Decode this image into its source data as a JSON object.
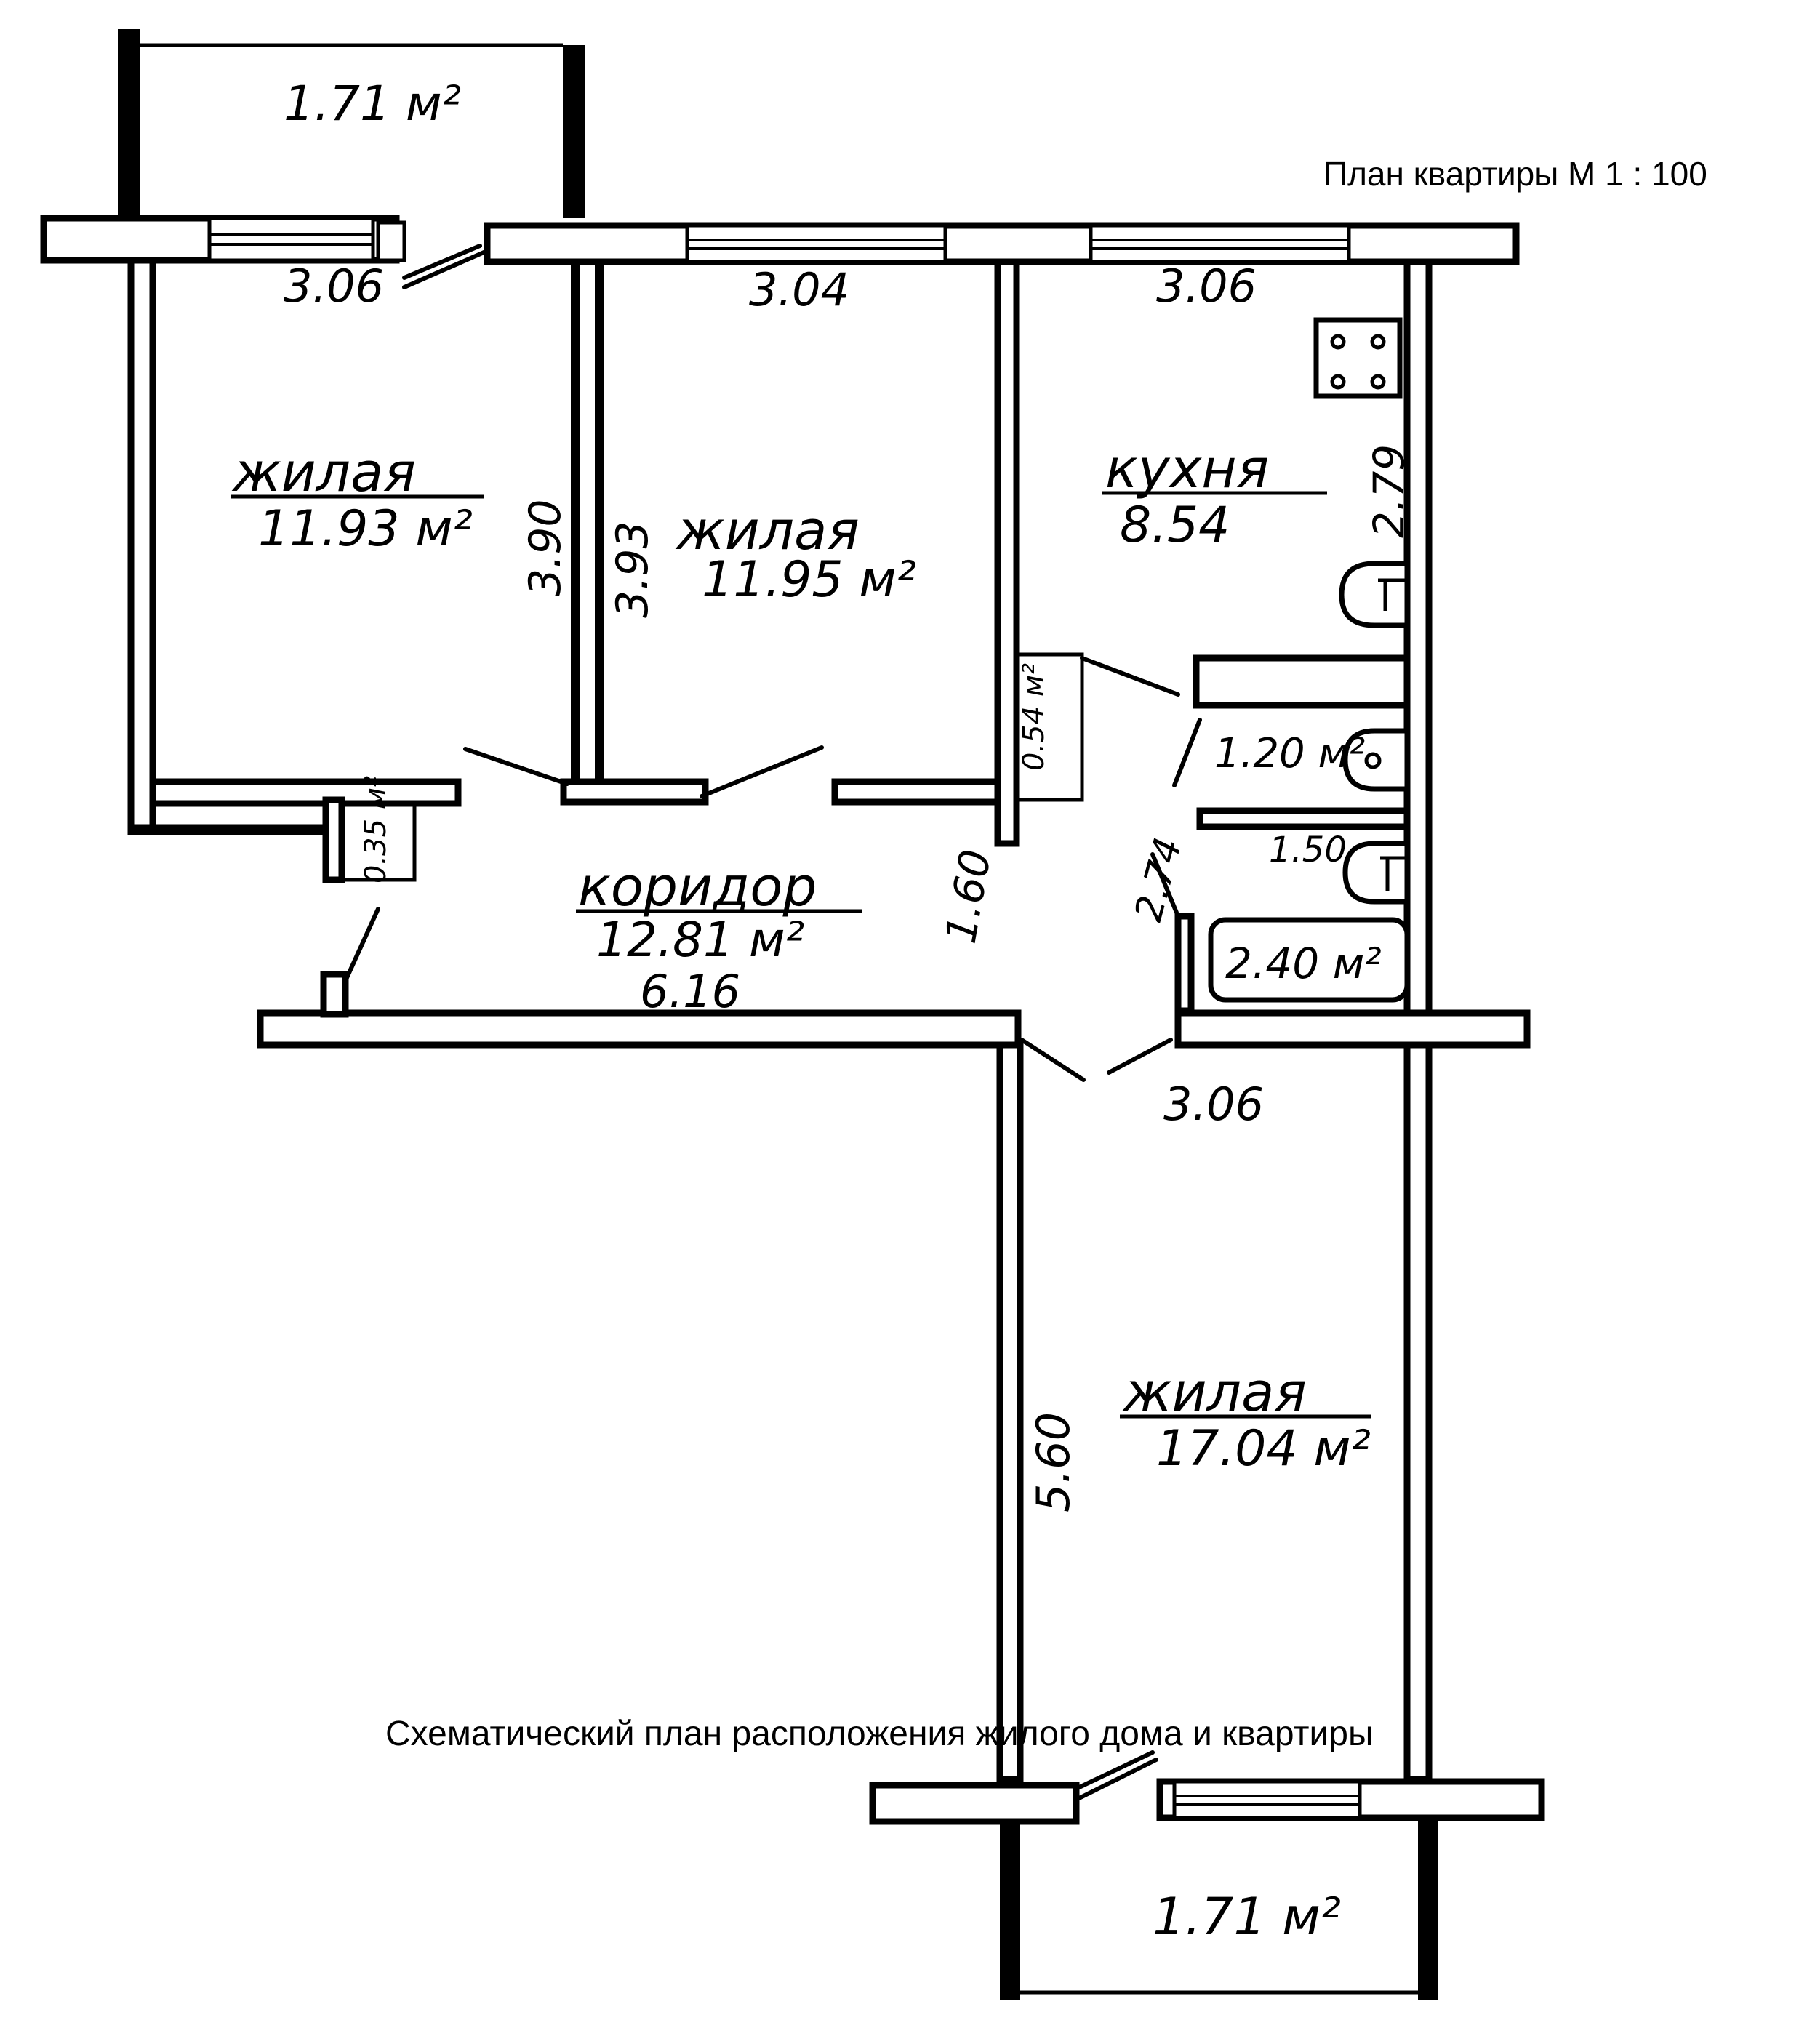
{
  "header": {
    "title": "План квартиры М 1 : 100"
  },
  "footer": {
    "caption": "Схематический план расположения жилого дома и квартиры"
  },
  "rooms": {
    "balcony_top": {
      "area": "1.71 м²"
    },
    "living_left": {
      "name": "жилая",
      "area": "11.93 м²"
    },
    "living_mid": {
      "name": "жилая",
      "area": "11.95 м²"
    },
    "kitchen": {
      "name": "кухня",
      "area": "8.54"
    },
    "pantry": {
      "area": "0.54 м²"
    },
    "closet": {
      "area": "0.35 м²"
    },
    "corridor": {
      "name": "коридор",
      "area": "12.81 м²"
    },
    "wc": {
      "area": "1.20 м²"
    },
    "bath": {
      "area": "2.40 м²"
    },
    "living_big": {
      "name": "жилая",
      "area": "17.04 м²"
    },
    "balcony_bottom": {
      "area": "1.71 м²"
    }
  },
  "dimensions": {
    "top_left_width": "3.06",
    "top_mid_width": "3.04",
    "top_right_width": "3.06",
    "living_left_depth": "3.90",
    "living_mid_depth": "3.93",
    "kitchen_depth": "2.79",
    "corridor_width": "1.60",
    "corridor_length": "6.16",
    "bath_depth": "2.74",
    "bath_inner": "1.50",
    "bottom_room_width": "3.06",
    "bottom_room_depth": "5.60"
  }
}
